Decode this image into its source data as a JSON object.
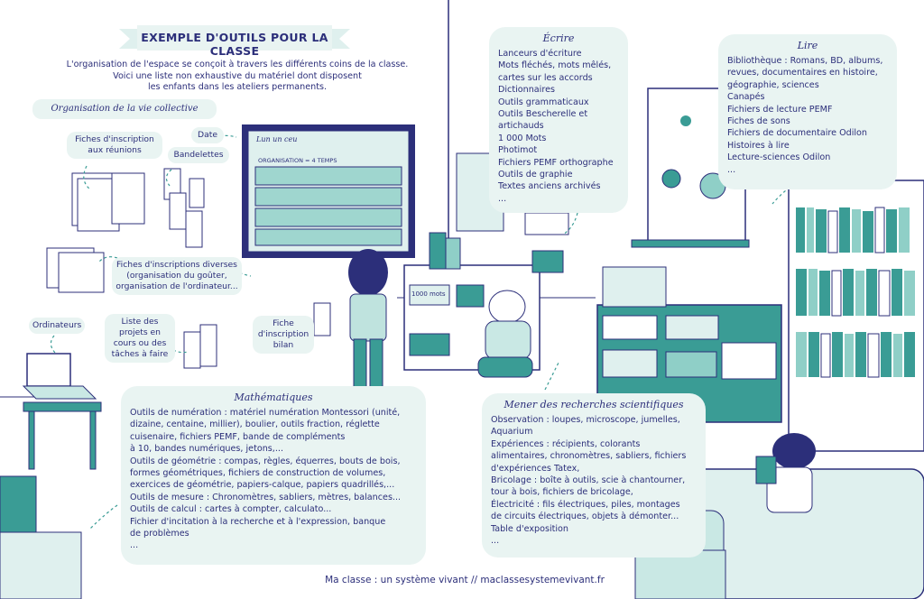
{
  "title": "EXEMPLE D'OUTILS POUR LA CLASSE",
  "intro": {
    "line1": "L'organisation de l'espace se conçoit à travers les différents coins de la classe.",
    "line2": "Voici une liste non exhaustive du matériel dont disposent",
    "line3": "les enfants dans les ateliers permanents."
  },
  "vie_collective": {
    "heading": "Organisation de la vie collective",
    "fiches_reunions": "Fiches d'inscription aux réunions",
    "date": "Date",
    "bandelettes": "Bandelettes",
    "fiches_diverses": "Fiches d'inscriptions diverses (organisation du goûter, organisation de l'ordinateur...",
    "ordinateurs": "Ordinateurs",
    "liste_projets": "Liste des projets en cours ou des tâches à faire",
    "fiche_bilan": "Fiche d'inscription bilan"
  },
  "board": {
    "line1": "Lun un ceu",
    "line2": "ORGANISATION = 4 TEMPS"
  },
  "shelf_label": "1000 mots",
  "ecrire": {
    "heading": "Écrire",
    "items": [
      "Lanceurs d'écriture",
      "Mots fléchés, mots mêlés,",
      "cartes sur les accords",
      "Dictionnaires",
      "Outils grammaticaux",
      "Outils Bescherelle et",
      "artichauds",
      "1 000 Mots",
      "Photimot",
      "Fichiers PEMF orthographe",
      "Outils de graphie",
      "Textes anciens archivés",
      "..."
    ]
  },
  "lire": {
    "heading": "Lire",
    "items": [
      "Bibliothèque : Romans, BD, albums,",
      "revues, documentaires en histoire,",
      "géographie, sciences",
      "Canapés",
      "Fichiers de lecture PEMF",
      "Fiches de sons",
      "Fichiers de documentaire Odilon",
      "Histoires à lire",
      "Lecture-sciences Odilon",
      "..."
    ]
  },
  "mathematiques": {
    "heading": "Mathématiques",
    "items": [
      "Outils de numération : matériel numération Montessori (unité,",
      "dizaine, centaine, millier), boulier, outils fraction, réglette",
      "cuisenaire, fichiers PEMF, bande de compléments",
      "à 10, bandes numériques, jetons,...",
      "Outils de géométrie : compas, règles, équerres, bouts de bois,",
      "formes géométriques, fichiers de construction de volumes,",
      "exercices de géométrie, papiers-calque, papiers quadrillés,...",
      "Outils de mesure : Chronomètres, sabliers, mètres, balances...",
      "Outils de calcul : cartes à compter, calculato...",
      "Fichier d'incitation à la recherche et à l'expression, banque",
      "de problèmes",
      "..."
    ]
  },
  "recherches": {
    "heading": "Mener des recherches scientifiques",
    "items": [
      "Observation : loupes, microscope, jumelles,",
      "Aquarium",
      "Expériences : récipients, colorants",
      "alimentaires, chronomètres, sabliers, fichiers",
      "d'expériences Tatex,",
      "Bricolage : boîte à outils, scie à chantourner,",
      "tour à bois, fichiers de bricolage,",
      "Électricité : fils électriques, piles, montages",
      "de circuits électriques, objets à démonter...",
      "Table d'exposition",
      "..."
    ]
  },
  "footer": "Ma classe : un système vivant // maclassesystemevivant.fr",
  "colors": {
    "ink": "#2c2f7a",
    "panel": "#e9f4f2",
    "teal": "#3a9c95",
    "teal_light": "#8fcfc7"
  }
}
